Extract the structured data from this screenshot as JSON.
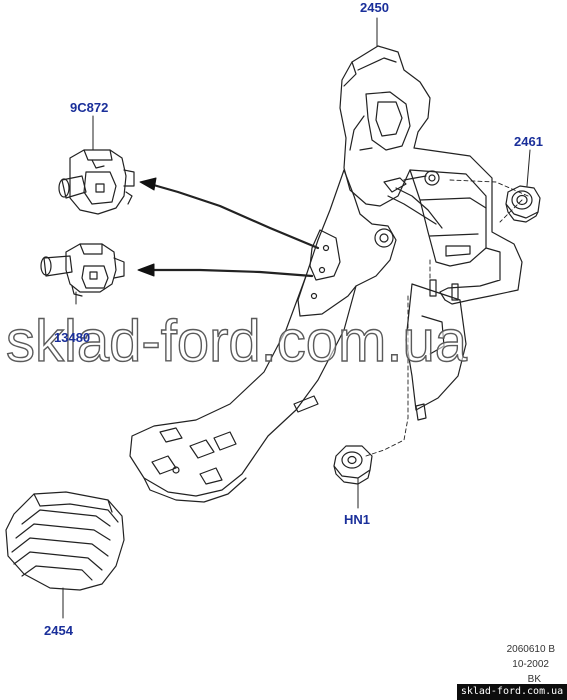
{
  "labels": {
    "pedal_box": "2450",
    "switch_upper": "9C872",
    "nut_2461": "2461",
    "switch_lower": "13480",
    "nut_hn1": "HN1",
    "pedal_pad": "2454"
  },
  "watermark": "sklad-ford.com.ua",
  "reference": {
    "drawing_number": "2060610 B",
    "date": "10-2002",
    "code": "BK"
  },
  "footer": "sklad-ford.com.ua"
}
